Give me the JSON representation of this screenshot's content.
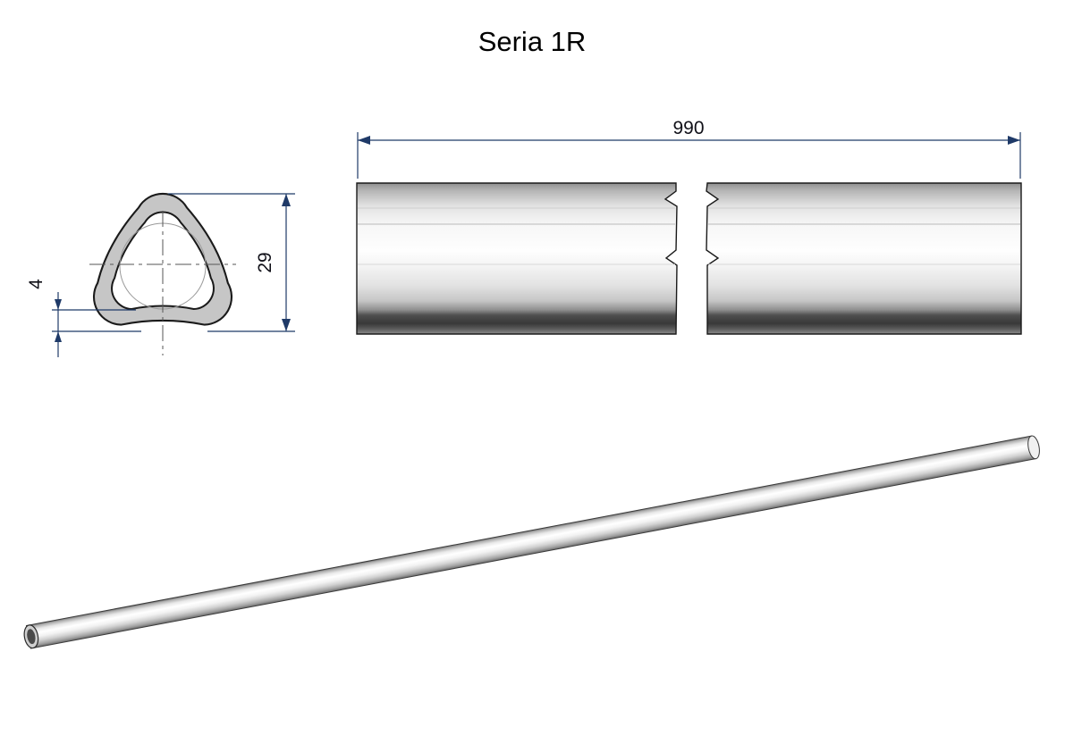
{
  "title": "Seria 1R",
  "dimensions": {
    "length": "990",
    "profile_height": "29",
    "wall_thickness": "4"
  },
  "views": {
    "cross_section": "triangular tube profile",
    "side_view": "tube length view with break lines",
    "iso_view": "3D tube rendering"
  },
  "colors": {
    "dimension_line": "#1f3a68",
    "outline": "#1a1a1a",
    "section_fill": "#c6c6c6",
    "tube_dark_band": "#383838",
    "background": "#ffffff"
  }
}
